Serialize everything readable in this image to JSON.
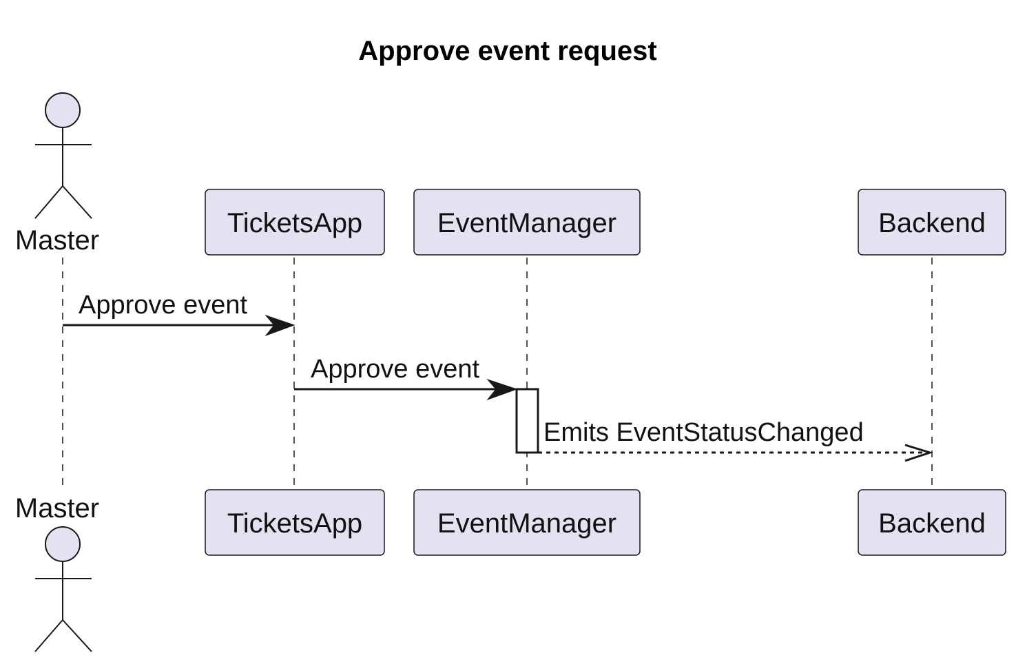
{
  "diagram": {
    "title": "Approve event request",
    "participants": {
      "master": {
        "label": "Master",
        "kind": "actor"
      },
      "ticketsapp": {
        "label": "TicketsApp",
        "kind": "participant"
      },
      "eventmanager": {
        "label": "EventManager",
        "kind": "participant"
      },
      "backend": {
        "label": "Backend",
        "kind": "participant"
      }
    },
    "messages": [
      {
        "from": "Master",
        "to": "TicketsApp",
        "label": "Approve event",
        "style": "solid"
      },
      {
        "from": "TicketsApp",
        "to": "EventManager",
        "label": "Approve event",
        "style": "solid"
      },
      {
        "from": "EventManager",
        "to": "Backend",
        "label": "Emits EventStatusChanged",
        "style": "dashed-async"
      }
    ],
    "colors": {
      "participant_fill": "#e2e2f0",
      "line": "#181818",
      "background": "#ffffff"
    }
  }
}
